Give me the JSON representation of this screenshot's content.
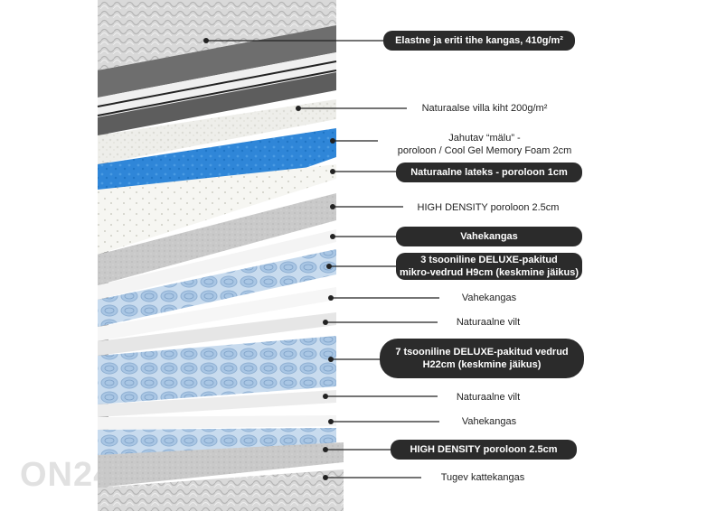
{
  "labels": [
    {
      "text": "Elastne ja eriti tihe kangas, 410g/m²",
      "style": "dark"
    },
    {
      "text": "Naturaalse villa kiht 200g/m²",
      "style": "plain"
    },
    {
      "text": "Jahutav “mälu” -\nporoloon / Cool Gel Memory Foam 2cm",
      "style": "plain"
    },
    {
      "text": "Naturaalne lateks - poroloon 1cm",
      "style": "dark"
    },
    {
      "text": "HIGH DENSITY poroloon 2.5cm",
      "style": "plain"
    },
    {
      "text": "Vahekangas",
      "style": "dark"
    },
    {
      "text": "3 tsooniline DELUXE-pakitud\nmikro-vedrud H9cm (keskmine jäikus)",
      "style": "dark"
    },
    {
      "text": "Vahekangas",
      "style": "plain"
    },
    {
      "text": "Naturaalne vilt",
      "style": "plain"
    },
    {
      "text": "7 tsooniline DELUXE-pakitud vedrud\nH22cm (keskmine jäikus)",
      "style": "dark"
    },
    {
      "text": "Naturaalne vilt",
      "style": "plain"
    },
    {
      "text": "Vahekangas",
      "style": "plain"
    },
    {
      "text": "HIGH DENSITY poroloon 2.5cm",
      "style": "dark"
    },
    {
      "text": "Tugev kattekangas",
      "style": "plain"
    }
  ],
  "watermark": "ON24",
  "colors": {
    "label_dark": "#2b2b2b",
    "gel_foam": "#2f86d8",
    "springs": "#a9c6e4",
    "leader_line": "#222222"
  }
}
